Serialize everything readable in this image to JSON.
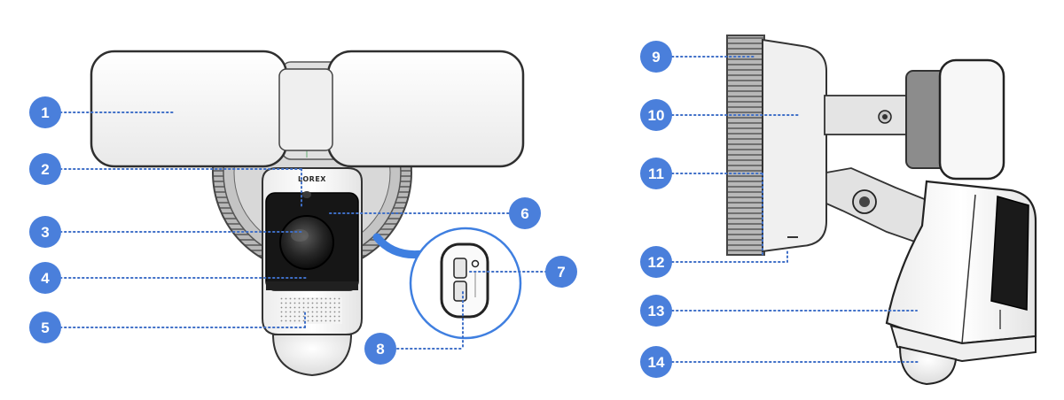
{
  "brand": {
    "logo_text": "LOREX"
  },
  "colors": {
    "callout_fill": "#4a7fdb",
    "callout_text": "#ffffff",
    "leader_line": "#3f6fc7",
    "arrow": "#3f7fe0",
    "housing_white": "#f7f7f7",
    "outline": "#3c3c3c",
    "lens_black": "#141414"
  },
  "views": [
    {
      "id": "front",
      "callouts": [
        "1",
        "2",
        "3",
        "4",
        "5",
        "6",
        "7",
        "8"
      ]
    },
    {
      "id": "side",
      "callouts": [
        "9",
        "10",
        "11",
        "12",
        "13",
        "14"
      ]
    }
  ],
  "callouts": [
    {
      "number": "1",
      "view": "front"
    },
    {
      "number": "2",
      "view": "front"
    },
    {
      "number": "3",
      "view": "front"
    },
    {
      "number": "4",
      "view": "front"
    },
    {
      "number": "5",
      "view": "front"
    },
    {
      "number": "6",
      "view": "front"
    },
    {
      "number": "7",
      "view": "front"
    },
    {
      "number": "8",
      "view": "front"
    },
    {
      "number": "9",
      "view": "side"
    },
    {
      "number": "10",
      "view": "side"
    },
    {
      "number": "11",
      "view": "side"
    },
    {
      "number": "12",
      "view": "side"
    },
    {
      "number": "13",
      "view": "side"
    },
    {
      "number": "14",
      "view": "side"
    }
  ]
}
